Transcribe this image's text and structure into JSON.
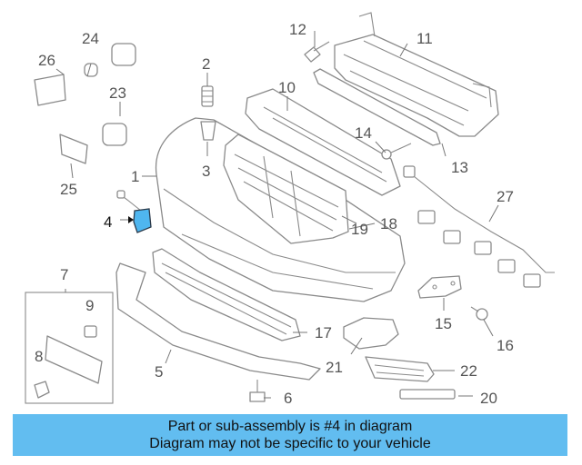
{
  "diagram": {
    "callouts": [
      "1",
      "2",
      "3",
      "4",
      "5",
      "6",
      "7",
      "8",
      "9",
      "10",
      "11",
      "12",
      "13",
      "14",
      "15",
      "16",
      "17",
      "18",
      "19",
      "20",
      "21",
      "22",
      "23",
      "24",
      "25",
      "26",
      "27"
    ],
    "highlight_callout": "4",
    "highlight_color": "#4fb6ef"
  },
  "banner": {
    "line1": "Part or sub-assembly is #4 in diagram",
    "line2": "Diagram may not be specific to your vehicle",
    "background": "#62bdf0"
  }
}
